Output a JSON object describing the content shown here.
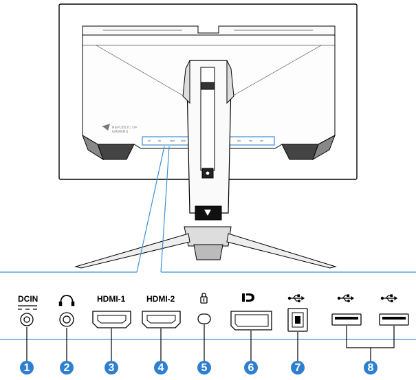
{
  "monitor": {
    "brand_text": "REPUBLIC OF GAMERS"
  },
  "ports": [
    {
      "number": "1",
      "label": "DCIN",
      "kind": "dc-jack"
    },
    {
      "number": "2",
      "label": "",
      "kind": "headphone-jack",
      "icon": "headphone-icon"
    },
    {
      "number": "3",
      "label": "HDMI-1",
      "kind": "hdmi"
    },
    {
      "number": "4",
      "label": "HDMI-2",
      "kind": "hdmi"
    },
    {
      "number": "5",
      "label": "",
      "kind": "kensington-lock",
      "icon": "kensington-lock-icon"
    },
    {
      "number": "6",
      "label": "",
      "kind": "displayport",
      "icon": "displayport-icon"
    },
    {
      "number": "7",
      "label": "",
      "kind": "usb-b-upstream",
      "icon": "usb-icon"
    },
    {
      "number": "8",
      "label": "",
      "kind": "usb-a-downstream",
      "icon": "usb-icon"
    }
  ],
  "colors": {
    "callout_line": "#3a8fd8",
    "number_badge": "#2f7fd0",
    "outline": "#000000"
  }
}
